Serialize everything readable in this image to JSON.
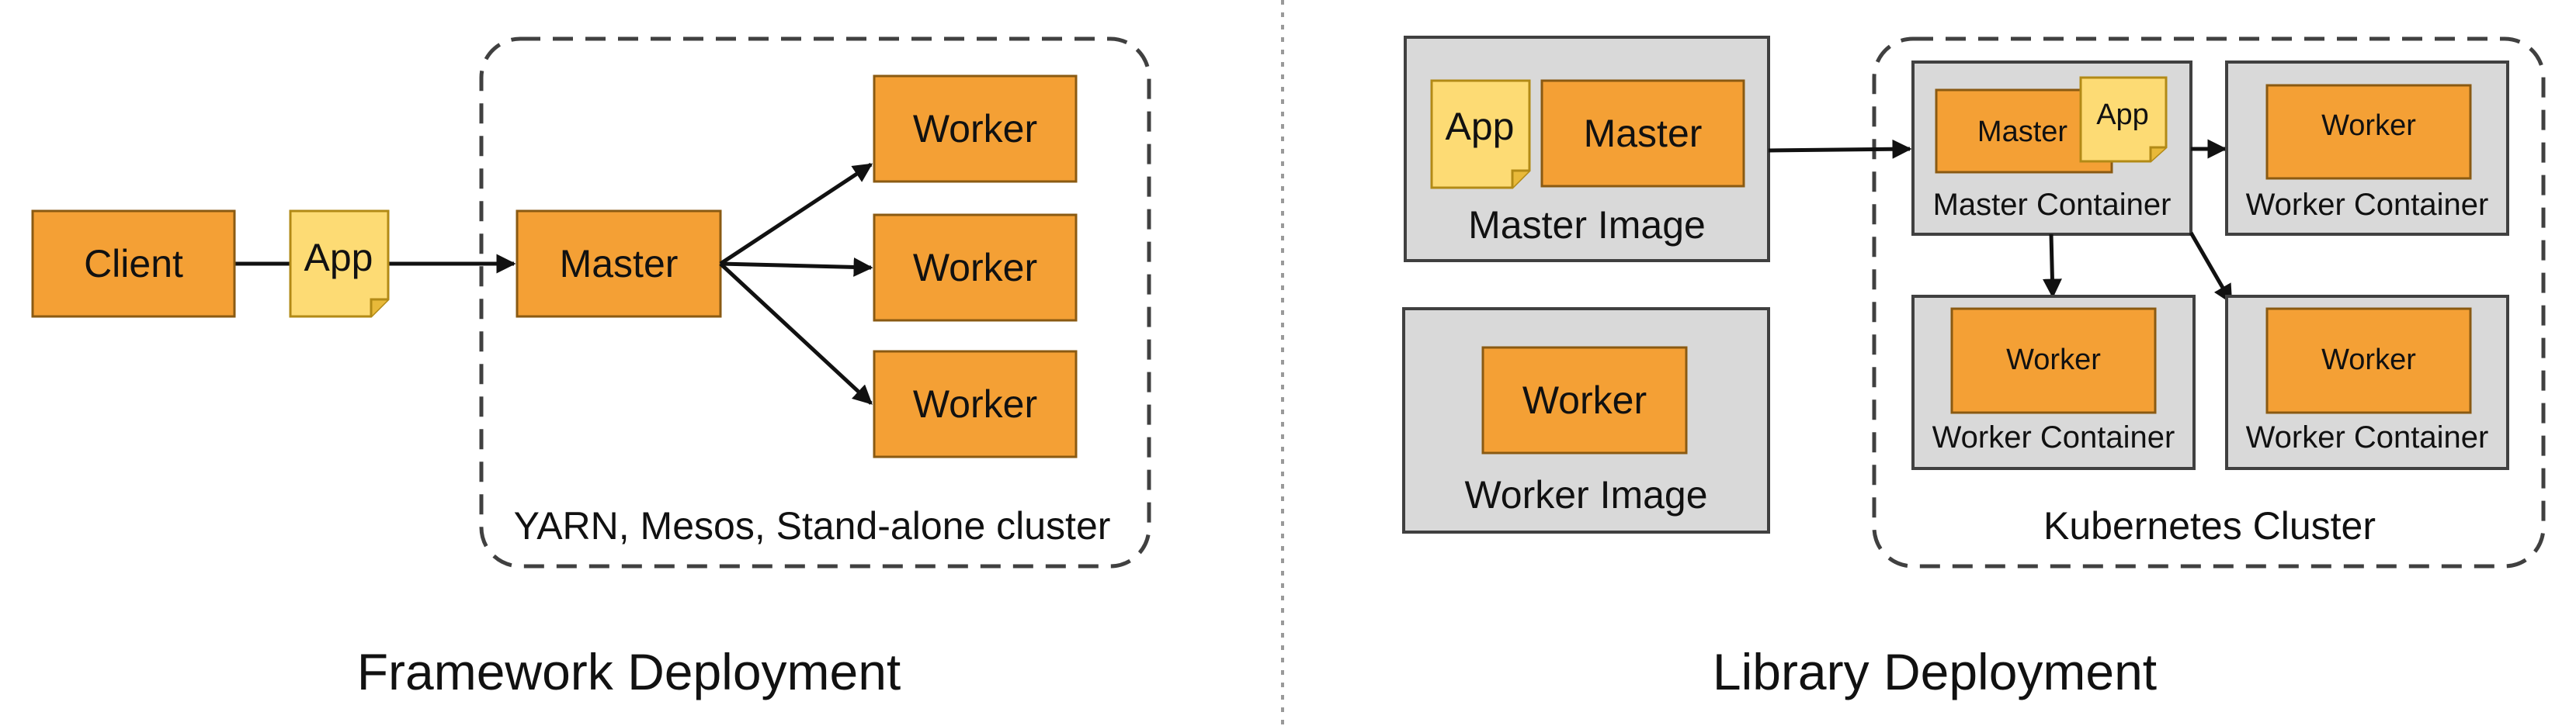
{
  "colors": {
    "orange": "#f4a035",
    "orange_border": "#8a5a12",
    "note_yellow": "#fddb74",
    "note_border": "#b28a16",
    "gray_panel": "#d9d9d9",
    "gray_border": "#404040",
    "arrow": "#111111",
    "divider": "#9a9a9a"
  },
  "framework": {
    "client": "Client",
    "app": "App",
    "master": "Master",
    "workers": [
      "Worker",
      "Worker",
      "Worker"
    ],
    "cluster_label": "YARN, Mesos, Stand-alone cluster",
    "title": "Framework Deployment"
  },
  "library": {
    "master_image": {
      "app": "App",
      "master": "Master",
      "label": "Master Image"
    },
    "worker_image": {
      "worker": "Worker",
      "label": "Worker Image"
    },
    "master_container": {
      "master": "Master",
      "app": "App",
      "label": "Master Container"
    },
    "worker_containers": [
      {
        "worker": "Worker",
        "label": "Worker Container"
      },
      {
        "worker": "Worker",
        "label": "Worker Container"
      },
      {
        "worker": "Worker",
        "label": "Worker Container"
      }
    ],
    "cluster_label": "Kubernetes Cluster",
    "title": "Library Deployment"
  }
}
